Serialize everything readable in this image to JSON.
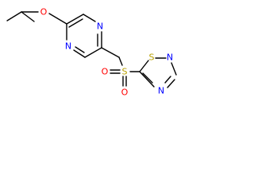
{
  "molecule": {
    "atoms": [
      {
        "symbol": "O",
        "color": "#ff0000"
      },
      {
        "symbol": "N",
        "color": "#0000ff"
      },
      {
        "symbol": "N",
        "color": "#0000ff"
      },
      {
        "symbol": "S",
        "color": "#b8a000"
      },
      {
        "symbol": "O",
        "color": "#ff0000"
      },
      {
        "symbol": "O",
        "color": "#ff0000"
      },
      {
        "symbol": "S",
        "color": "#b8a000"
      },
      {
        "symbol": "N",
        "color": "#0000ff"
      },
      {
        "symbol": "N",
        "color": "#0000ff"
      }
    ]
  }
}
